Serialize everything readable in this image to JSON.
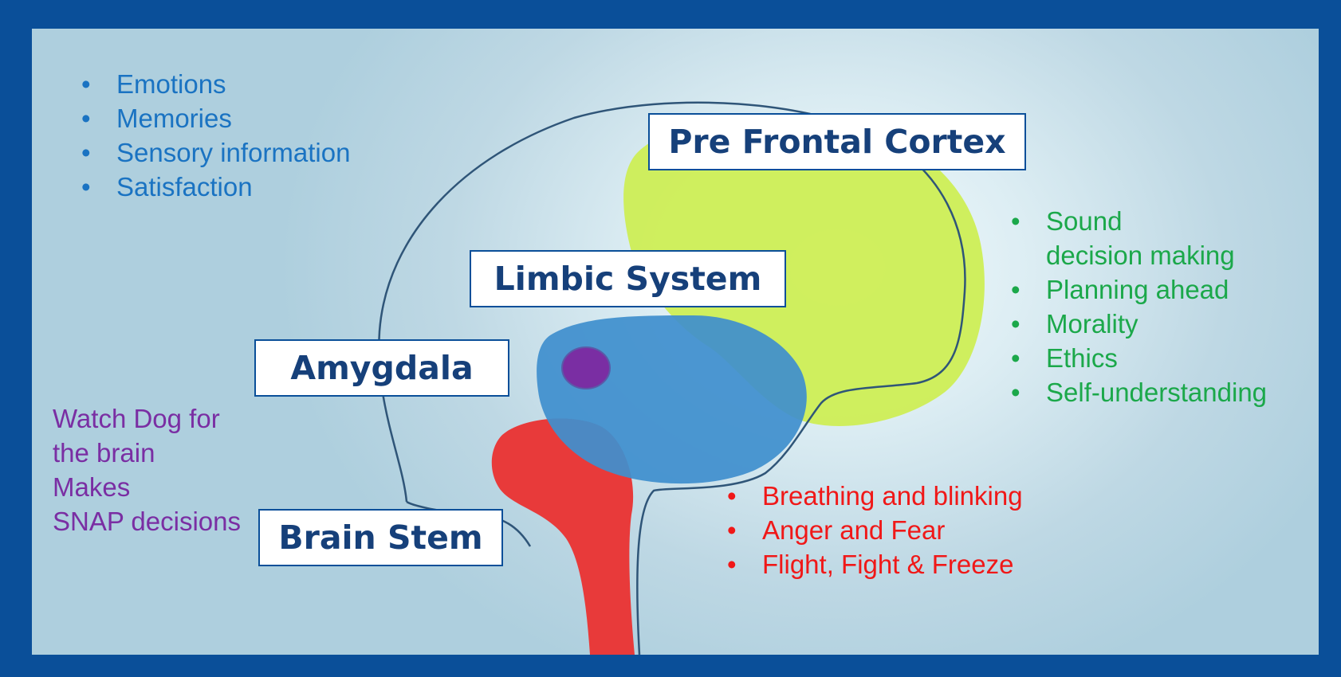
{
  "colors": {
    "frame": "#0a4f99",
    "pfc": "#cdee55",
    "limbic": "#3f8fce",
    "stem": "#e83a3a",
    "amygdala": "#7a2ea3"
  },
  "regions": {
    "pfc": "Pre Frontal Cortex",
    "limbic": "Limbic System",
    "amygdala": "Amygdala",
    "stem": "Brain Stem"
  },
  "limbic_points": [
    "Emotions",
    "Memories",
    "Sensory information",
    "Satisfaction"
  ],
  "pfc_points": [
    {
      "line1": "Sound",
      "line2": "decision making"
    },
    {
      "line1": "Planning ahead"
    },
    {
      "line1": "Morality"
    },
    {
      "line1": "Ethics"
    },
    {
      "line1": "Self-understanding"
    }
  ],
  "stem_points": [
    "Breathing and blinking",
    "Anger and Fear",
    "Flight, Fight & Freeze"
  ],
  "amygdala_points": [
    {
      "line1": "Watch Dog for",
      "line2": "the brain"
    },
    {
      "line1": "Makes",
      "line2": "SNAP decisions"
    }
  ]
}
